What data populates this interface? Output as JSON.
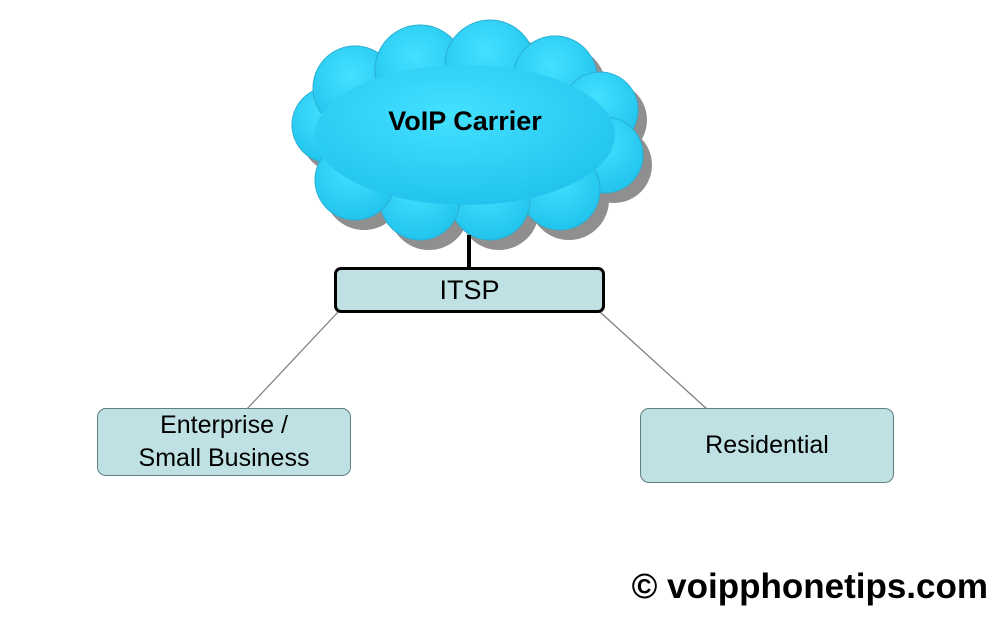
{
  "diagram": {
    "cloud_label": "VoIP Carrier",
    "center_node": "ITSP",
    "left_node": "Enterprise /\nSmall Business",
    "right_node": "Residential"
  },
  "footer": {
    "copyright": "© voipphonetips.com"
  },
  "colors": {
    "cloud_fill": "#2cd0f4",
    "cloud_shadow": "#8c8c8c",
    "box_fill": "#bfe1e3",
    "connector": "#7a7a7a"
  }
}
